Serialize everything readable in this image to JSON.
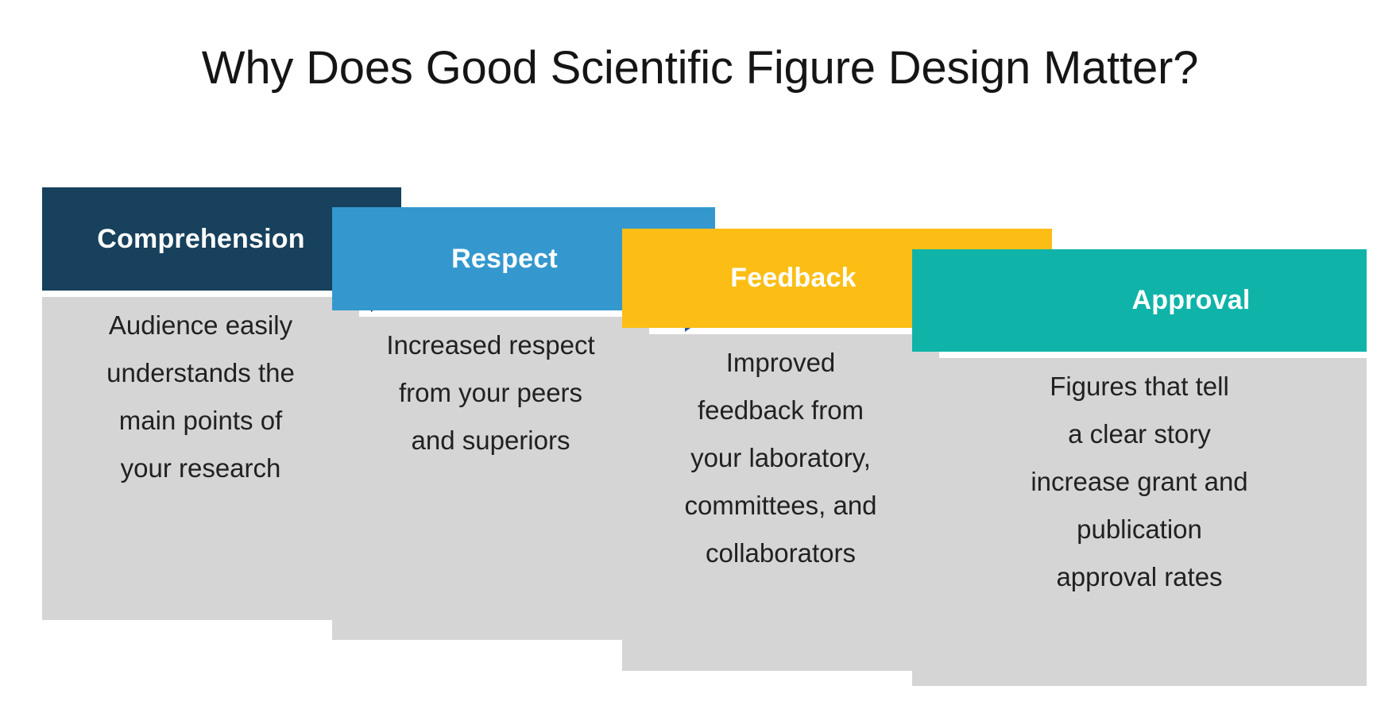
{
  "slide": {
    "title": "Why Does Good Scientific Figure Design Matter?",
    "background_color": "#ffffff",
    "body_panel_color": "#d6d5d5",
    "body_text_color": "#212121",
    "title_color": "#151515"
  },
  "cards": [
    {
      "id": "comprehension",
      "header_label": "Comprehension",
      "header_color": "#17415c",
      "tail_color": "#1c3a57",
      "body_text": "Audience easily\nunderstands the\nmain points of\nyour research",
      "body_lines": [
        "Audience easily",
        "understands the",
        "main points of",
        "your research"
      ]
    },
    {
      "id": "respect",
      "header_label": "Respect",
      "header_color": "#3498cf",
      "tail_color": "#2d5596",
      "body_text": "Increased respect\nfrom your peers\nand superiors",
      "body_lines": [
        "Increased respect",
        "from your peers",
        "and superiors"
      ]
    },
    {
      "id": "feedback",
      "header_label": "Feedback",
      "header_color": "#fcbe15",
      "tail_color": "#4a4e4e",
      "body_text": "Improved\nfeedback from\nyour laboratory,\ncommittees, and\ncollaborators",
      "body_lines": [
        "Improved",
        "feedback from",
        "your laboratory,",
        "committees, and",
        "collaborators"
      ]
    },
    {
      "id": "approval",
      "header_label": "Approval",
      "header_color": "#0fb3a8",
      "tail_color": "",
      "body_text": "Figures that tell\na clear story\nincrease grant and\npublication\napproval rates",
      "body_lines": [
        "Figures that tell",
        "a clear story",
        "increase grant and",
        "publication",
        "approval rates"
      ]
    }
  ]
}
